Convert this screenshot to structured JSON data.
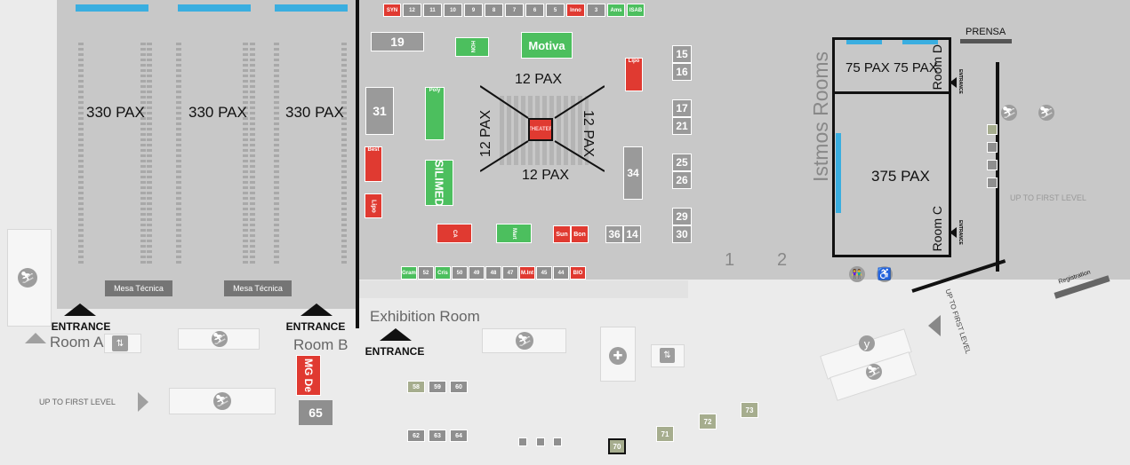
{
  "rooms": {
    "room_a": {
      "label": "Room A",
      "pax": "330 PAX",
      "entrance": "ENTRANCE",
      "mesa": "Mesa Técnica"
    },
    "room_center": {
      "pax": "330 PAX"
    },
    "room_b": {
      "label": "Room B",
      "pax": "330 PAX",
      "entrance": "ENTRANCE",
      "mesa": "Mesa Técnica"
    },
    "exhibition": {
      "label": "Exhibition Room",
      "entrance": "ENTRANCE"
    },
    "istmos": {
      "label": "Istmos Rooms",
      "room_d": "Room D",
      "room_c": "Room C",
      "pax_d1": "75 PAX",
      "pax_d2": "75 PAX",
      "pax_c": "375 PAX",
      "entrance": "ENTRANCE"
    },
    "prensa": "PRENSA",
    "registration": "Registration"
  },
  "theater": {
    "label": "THEATER",
    "pax": [
      "12 PAX",
      "12 PAX",
      "12 PAX",
      "12 PAX"
    ]
  },
  "floor_numbers": [
    "1",
    "2"
  ],
  "levels": {
    "left": "UP TO FIRST LEVEL",
    "right": "UP TO FIRST LEVEL",
    "corridor": "UP TO FIRST LEVEL"
  },
  "booths": {
    "top_row": [
      "SYN",
      "12",
      "11",
      "10",
      "9",
      "8",
      "7",
      "6",
      "5",
      "Inno",
      "3",
      "Ams",
      "ISAB"
    ],
    "b19": "19",
    "hon": "HON",
    "motiva": "Motiva",
    "lipo_r": "Lipo",
    "b15": "15",
    "b16": "16",
    "b31": "31",
    "poly": "Poly",
    "b17": "17",
    "b21": "21",
    "best": "Best",
    "silimed": "SILIMED",
    "b34": "34",
    "b25": "25",
    "b26": "26",
    "lipo_l": "Lipo",
    "b29": "29",
    "b30": "30",
    "ca": "CA",
    "mart": "Mart",
    "sun": "Sun",
    "bon": "Bon",
    "b36": "36",
    "b14": "14",
    "bottom_row": [
      "Gram",
      "52",
      "Cris",
      "50",
      "49",
      "48",
      "47",
      "M.Int",
      "45",
      "44",
      "BIO"
    ],
    "mg": "MG De",
    "b65": "65",
    "ex_top": [
      "58",
      "59",
      "60"
    ],
    "ex_bottom": [
      "62",
      "63",
      "64"
    ],
    "outdoor": [
      "70",
      "71",
      "72",
      "73"
    ]
  }
}
